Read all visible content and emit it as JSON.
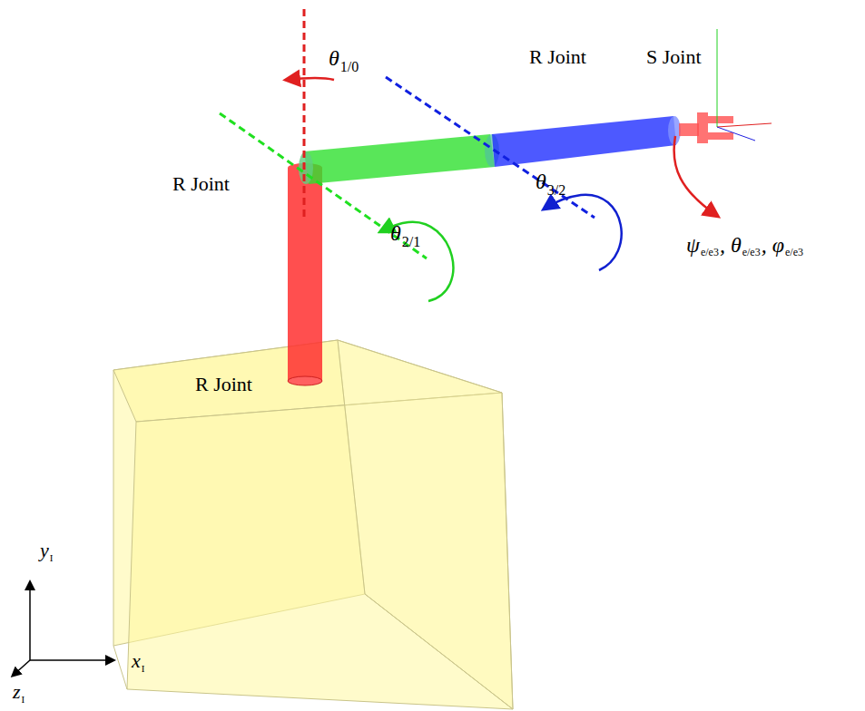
{
  "diagram": {
    "labels": [
      "θ",
      "1/0",
      "R Joint",
      "S Joint",
      "R Joint",
      "θ",
      "2/1",
      "θ",
      "3/2",
      "ψ",
      "e/e3",
      ", θ",
      "e/e3",
      ", φ",
      "e/e3",
      "R Joint",
      "y",
      "I",
      "x",
      "I",
      "z",
      "I"
    ]
  }
}
